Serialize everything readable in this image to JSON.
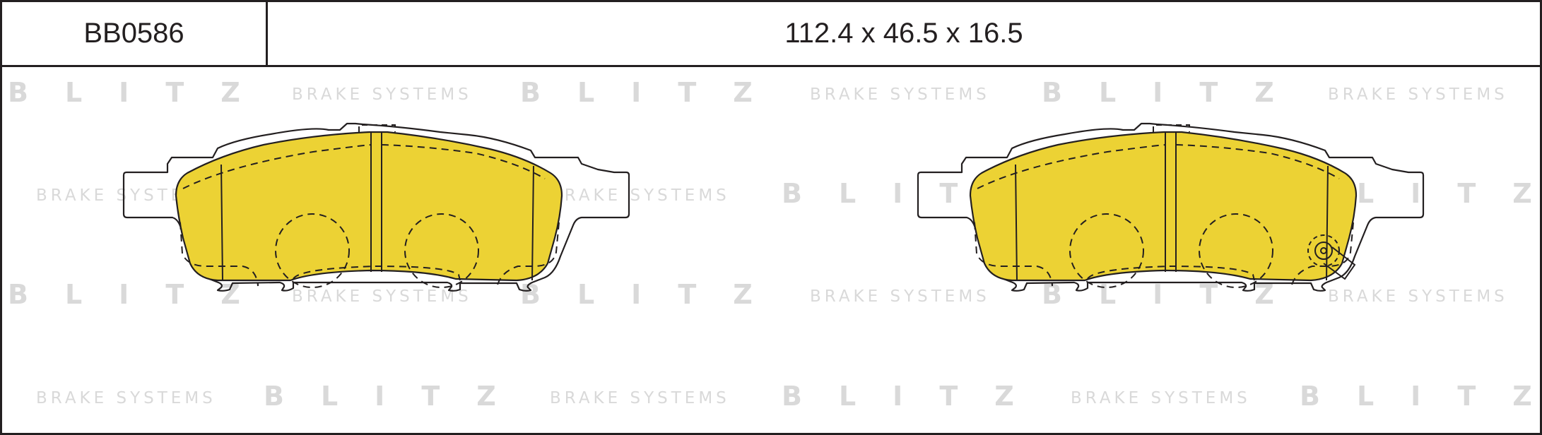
{
  "part": {
    "code": "BB0586",
    "dimensions": "112.4 x 46.5 x 16.5"
  },
  "watermark": {
    "brand": "BLITZ",
    "tagline": "BRAKE SYSTEMS"
  },
  "colors": {
    "pad_fill": "#ecd234",
    "line": "#231f20",
    "watermark": "#d9d9d9"
  }
}
